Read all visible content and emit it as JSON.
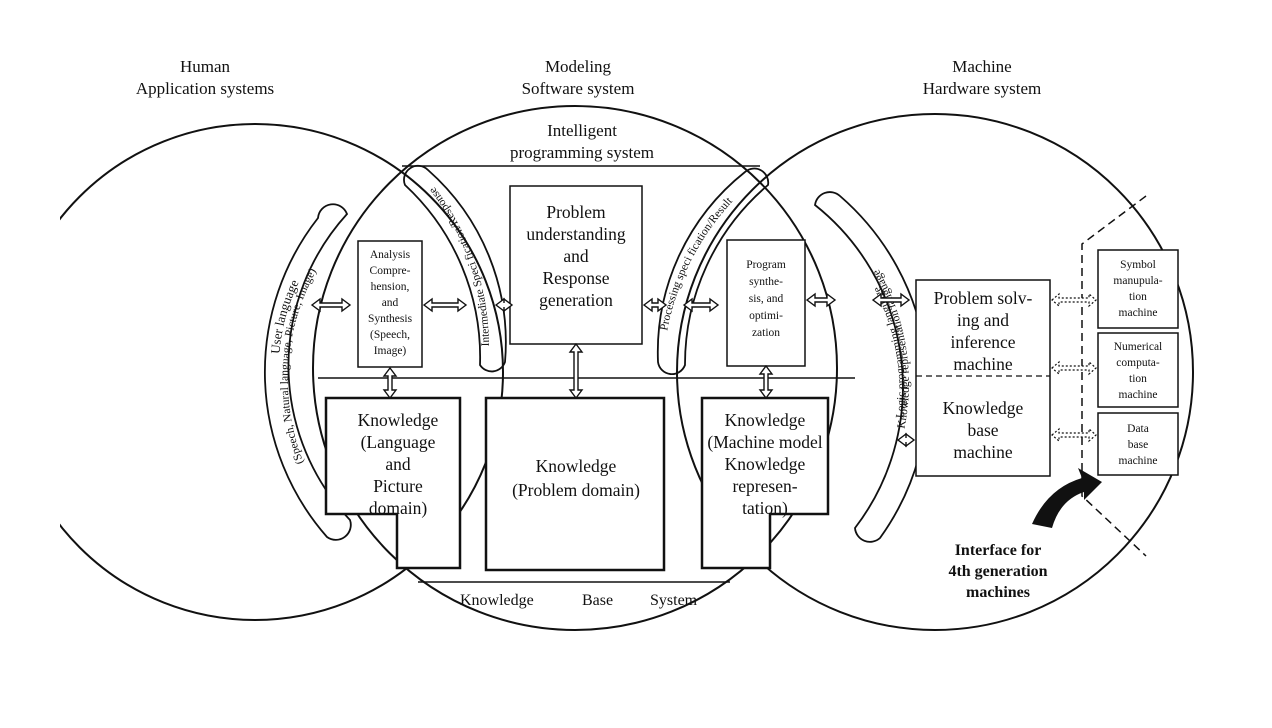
{
  "columns": {
    "human": {
      "line1": "Human",
      "line2": "Application systems"
    },
    "modeling": {
      "line1": "Modeling",
      "line2": "Software system"
    },
    "machine": {
      "line1": "Machine",
      "line2": "Hardware system"
    }
  },
  "intelligent_programming": {
    "line1": "Intelligent",
    "line2": "programming system"
  },
  "problem_understanding": [
    "Problem",
    "understanding",
    "and",
    "Response",
    "generation"
  ],
  "analysis_box": [
    "Analysis",
    "Compre-",
    "hension,",
    "and",
    "Synthesis",
    "(Speech,",
    "Image)"
  ],
  "program_synthesis": [
    "Program",
    "synthe-",
    "sis, and",
    "optimi-",
    "zation"
  ],
  "knowledge_language": [
    "Knowledge",
    "(Language",
    "and",
    "Picture",
    "domain)"
  ],
  "knowledge_problem": [
    "Knowledge",
    "(Problem domain)"
  ],
  "knowledge_machine": [
    "Knowledge",
    "(Machine model",
    "Knowledge",
    "represen-",
    "tation)"
  ],
  "knowledge_base_system": {
    "w1": "Knowledge",
    "w2": "Base",
    "w3": "System"
  },
  "problem_solving": [
    "Problem solv-",
    "ing and",
    "inference",
    "machine"
  ],
  "knowledge_base_machine": [
    "Knowledge",
    "base",
    "machine"
  ],
  "symbol_machine": [
    "Symbol",
    "manupula-",
    "tion",
    "machine"
  ],
  "numerical_machine": [
    "Numerical",
    "computa-",
    "tion",
    "machine"
  ],
  "database_machine": [
    "Data",
    "base",
    "machine"
  ],
  "interface_label": [
    "Interface for",
    "4th generation",
    "machines"
  ],
  "bands": {
    "user_language_1": "User language",
    "user_language_2": "(Speech, Natural language, Picture, Image)",
    "intermediate": "Intermediate Speci fication/Response",
    "processing": "Processing speci fication/Result",
    "logic_1": "Logic programming language",
    "logic_2": "Knowledge representation language"
  }
}
